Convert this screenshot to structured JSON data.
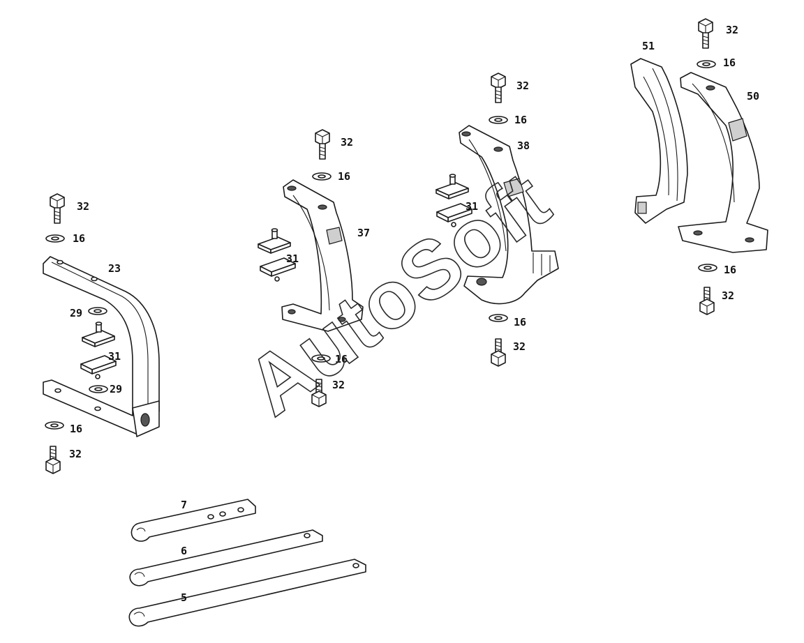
{
  "watermark": "AutoSoft",
  "callouts": {
    "g1_32_top": "32",
    "g1_16_top": "16",
    "g1_23": "23",
    "g1_29_a": "29",
    "g1_31": "31",
    "g1_29_b": "29",
    "g1_16_bot": "16",
    "g1_32_bot": "32",
    "g2_32_top": "32",
    "g2_16_top": "16",
    "g2_37": "37",
    "g2_31": "31",
    "g2_16_bot": "16",
    "g2_32_bot": "32",
    "g3_32_top": "32",
    "g3_16_top": "16",
    "g3_38": "38",
    "g3_31": "31",
    "g3_16_bot": "16",
    "g3_32_bot": "32",
    "g4_51": "51",
    "g4_32_top": "32",
    "g4_16_top": "16",
    "g4_50": "50",
    "g4_16_bot": "16",
    "g4_32_bot": "32",
    "w7": "7",
    "w6": "6",
    "w5": "5"
  }
}
